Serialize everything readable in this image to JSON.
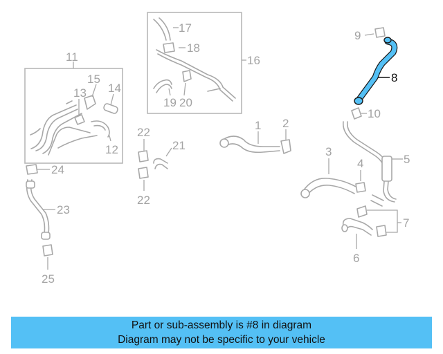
{
  "highlight_color": "#54c0f5",
  "callouts": {
    "c1": "1",
    "c2": "2",
    "c3": "3",
    "c4": "4",
    "c5": "5",
    "c6": "6",
    "c7": "7",
    "c8": "8",
    "c9": "9",
    "c10": "10",
    "c11": "11",
    "c12": "12",
    "c13": "13",
    "c14": "14",
    "c15": "15",
    "c16": "16",
    "c17": "17",
    "c18": "18",
    "c19": "19",
    "c20": "20",
    "c21": "21",
    "c22a": "22",
    "c22b": "22",
    "c23": "23",
    "c24": "24",
    "c25": "25"
  },
  "banner": {
    "line1": "Part or sub-assembly is #8 in diagram",
    "line2": "Diagram may not be specific to your vehicle"
  }
}
